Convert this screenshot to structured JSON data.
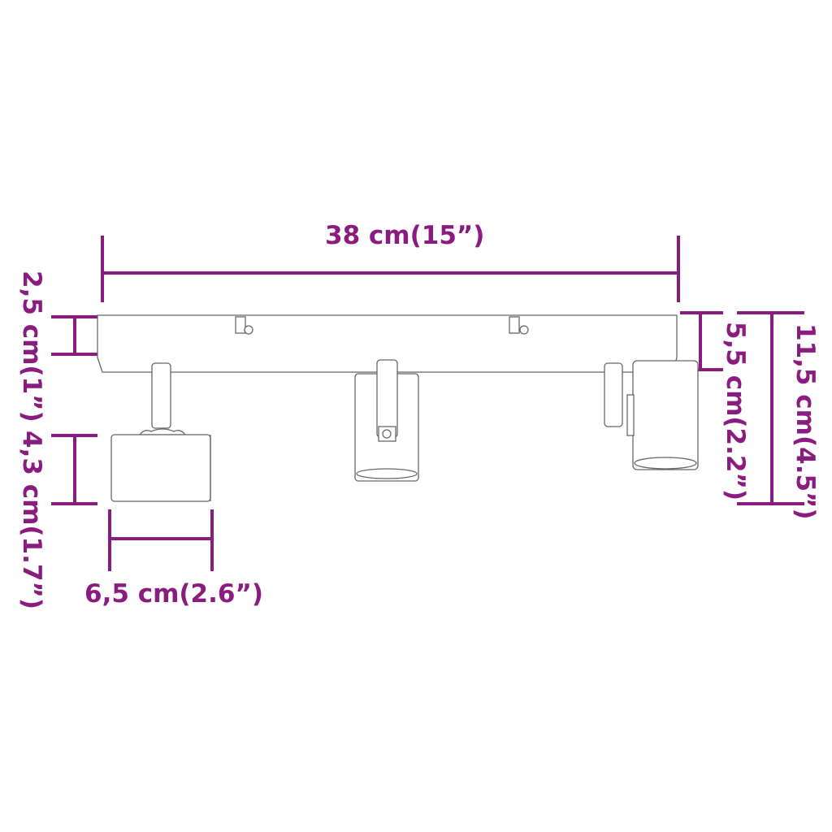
{
  "colors": {
    "dimension": "#8a1b7f",
    "outline": "#555555"
  },
  "dimensions": {
    "length": "38 cm(15”)",
    "bar_height": "2,5 cm(1”)",
    "lamp_height": "4,3 cm(1.7”)",
    "lamp_width": "6,5 cm(2.6”)",
    "drop_height": "5,5 cm(2.2”)",
    "total_height": "11,5 cm(4.5”)"
  }
}
